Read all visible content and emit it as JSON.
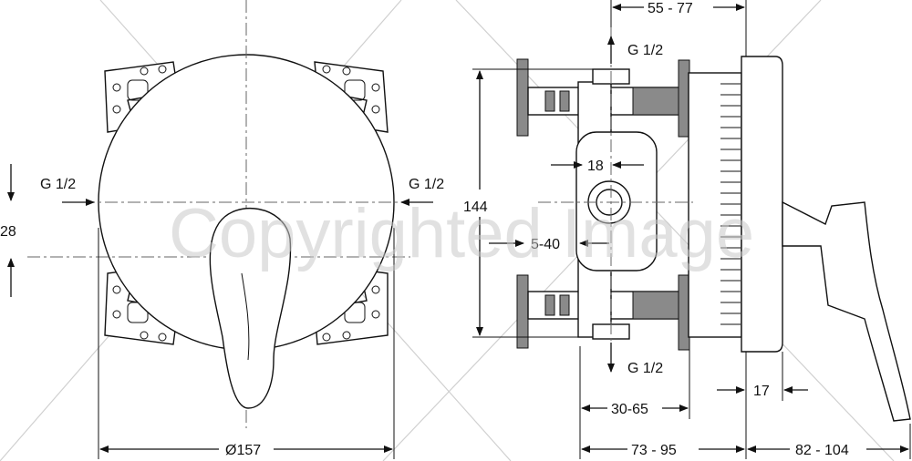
{
  "front_view": {
    "inlet_left": "G 1/2",
    "inlet_right": "G 1/2",
    "offset_vertical": "28",
    "diameter": "Ø157"
  },
  "side_view": {
    "top_range": "55 - 77",
    "outlet_top": "G 1/2",
    "outlet_bottom": "G 1/2",
    "height": "144",
    "spacing": "18",
    "depth_adjust": "5-40",
    "body_range": "30-65",
    "install_range": "73 - 95",
    "plate_thickness": "17",
    "handle_range": "82 - 104"
  },
  "watermark": "Copyrighted Image"
}
